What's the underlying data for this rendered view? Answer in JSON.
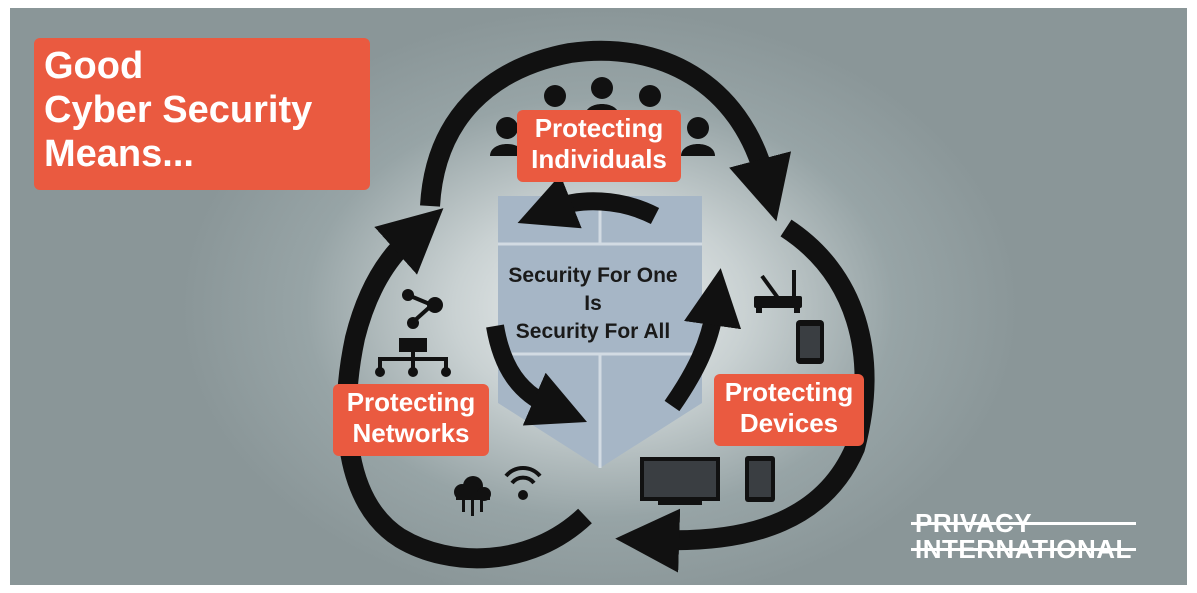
{
  "headline": {
    "lines": [
      "Good",
      "Cyber Security",
      "Means..."
    ]
  },
  "labels": {
    "individuals": [
      "Protecting",
      "Individuals"
    ],
    "networks": [
      "Protecting",
      "Networks"
    ],
    "devices": [
      "Protecting",
      "Devices"
    ]
  },
  "center": {
    "lines": [
      "Security For One",
      "Is",
      "Security For All"
    ]
  },
  "logo": {
    "lines": [
      "PRIVACY",
      "INTERNATIONAL"
    ]
  },
  "colors": {
    "accent": "#ea5a40",
    "arrow": "#111111",
    "shield": "#a6b6c6",
    "background": "#8a9698"
  }
}
